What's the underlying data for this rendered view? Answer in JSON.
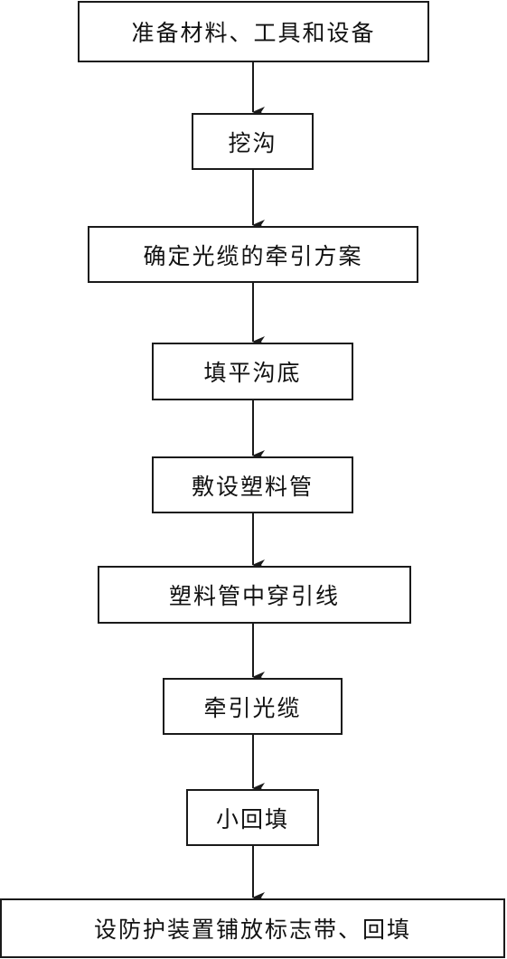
{
  "steps": [
    "准备材料、工具和设备",
    "挖沟",
    "确定光缆的牵引方案",
    "填平沟底",
    "敷设塑料管",
    "塑料管中穿引线",
    "牵引光缆",
    "小回填",
    "设防护装置铺放标志带、回填"
  ]
}
